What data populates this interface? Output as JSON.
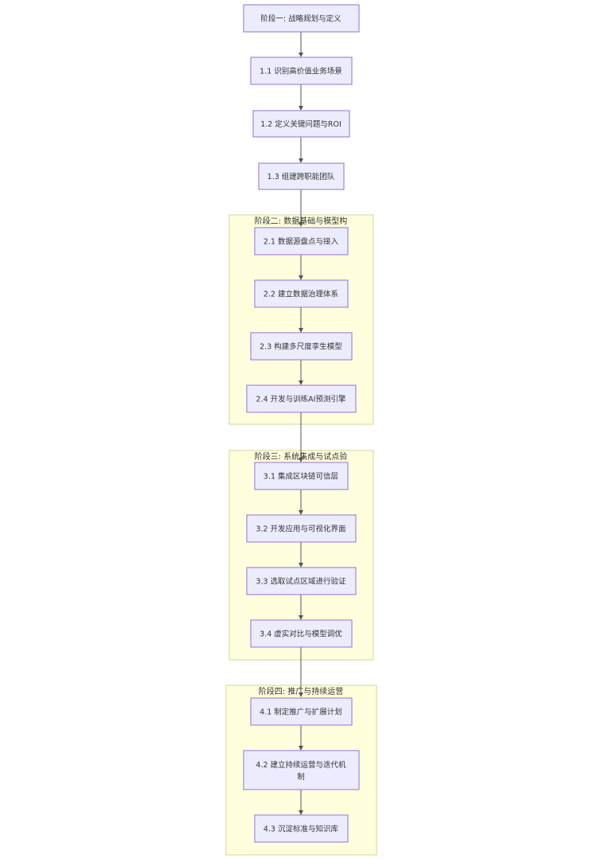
{
  "diagram": {
    "start": {
      "label": "阶段一: 战略规划与定义"
    },
    "phase1": {
      "steps": [
        {
          "label": "1.1 识别高价值业务场景"
        },
        {
          "label": "1.2 定义关键问题与ROI"
        },
        {
          "label": "1.3 组建跨职能团队"
        }
      ]
    },
    "phase2": {
      "title": "阶段二: 数据基础与模型构",
      "steps": [
        {
          "label": "2.1 数据源盘点与接入"
        },
        {
          "label": "2.2 建立数据治理体系"
        },
        {
          "label": "2.3 构建多尺度孪生模型"
        },
        {
          "label": "2.4 开发与训练AI预测引擎"
        }
      ]
    },
    "phase3": {
      "title": "阶段三: 系统集成与试点验",
      "steps": [
        {
          "label": "3.1 集成区块链可信层"
        },
        {
          "label": "3.2 开发应用与可视化界面"
        },
        {
          "label": "3.3 选取试点区域进行验证"
        },
        {
          "label": "3.4 虚实对比与模型调优"
        }
      ]
    },
    "phase4": {
      "title": "阶段四: 推广与持续运营",
      "steps": [
        {
          "label": "4.1 制定推广与扩展计划"
        },
        {
          "label": "4.2 建立持续运营与迭代机",
          "label_line2": "制"
        },
        {
          "label": "4.3 沉淀标准与知识库"
        }
      ]
    }
  },
  "colors": {
    "node_fill": "#ececff",
    "node_stroke": "#9370db",
    "cluster_fill": "#ffffde",
    "cluster_stroke": "#d6d69a",
    "edge": "#555555",
    "text": "#333333"
  }
}
